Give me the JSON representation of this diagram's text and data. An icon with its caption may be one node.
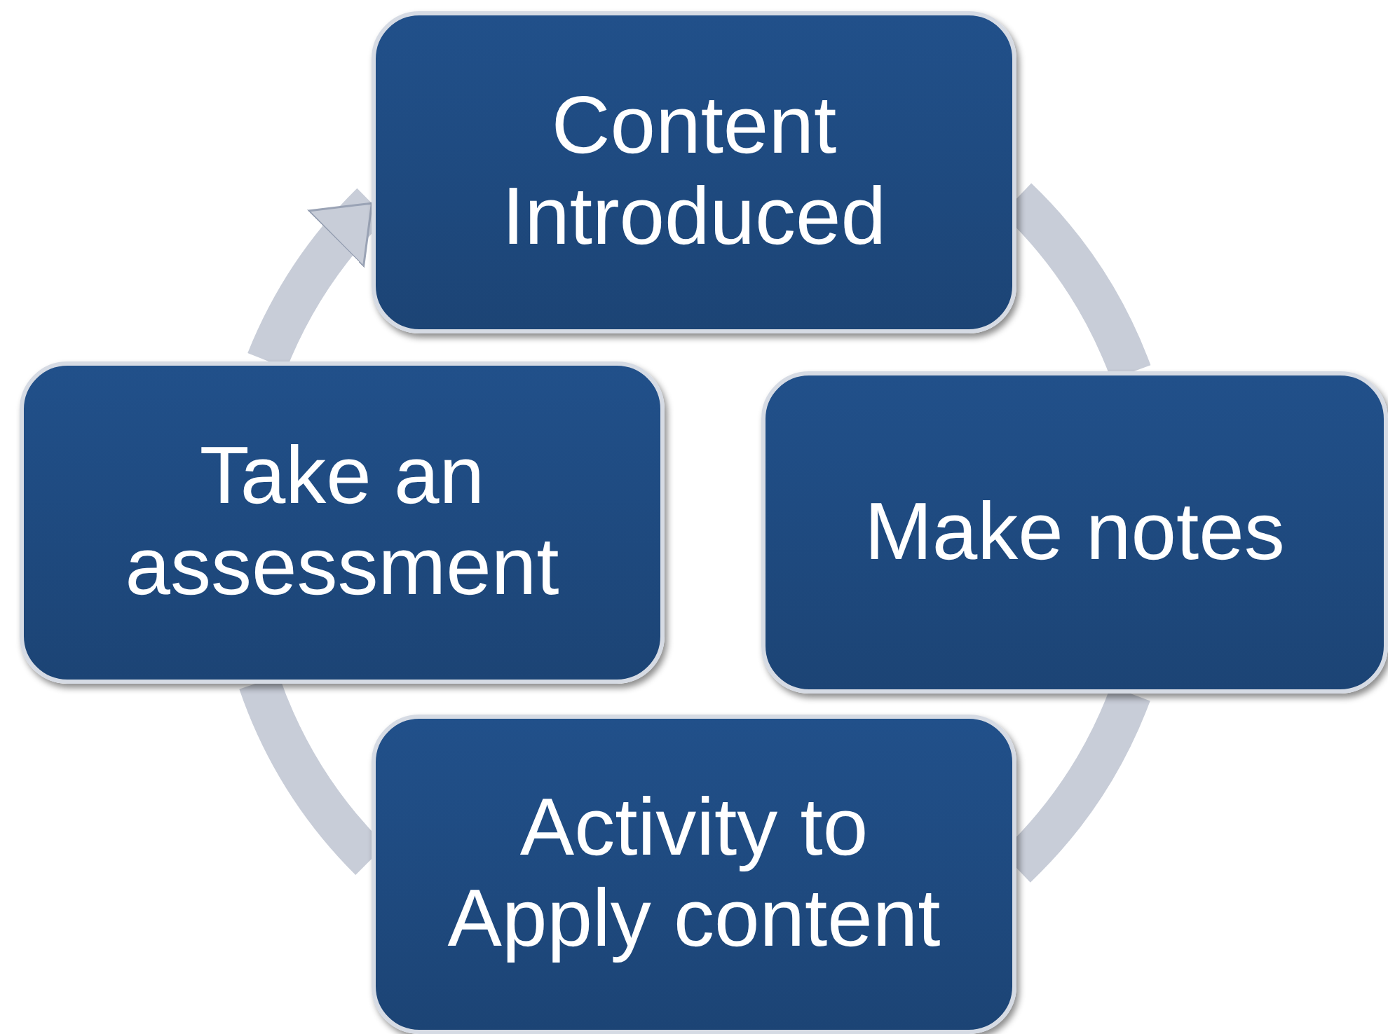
{
  "diagram": {
    "nodes": [
      {
        "text": [
          "Content Introduced"
        ]
      },
      {
        "text": [
          "Make notes"
        ]
      },
      {
        "text": [
          "Activity to Apply content"
        ]
      },
      {
        "text": [
          "Take an assessment"
        ]
      }
    ],
    "edges": [
      {
        "from": 0,
        "to": 1,
        "arrow": "none"
      },
      {
        "from": 1,
        "to": 2,
        "arrow": "none"
      },
      {
        "from": 2,
        "to": 3,
        "arrow": "none"
      },
      {
        "from": 3,
        "to": 0,
        "arrow": "to"
      }
    ]
  }
}
